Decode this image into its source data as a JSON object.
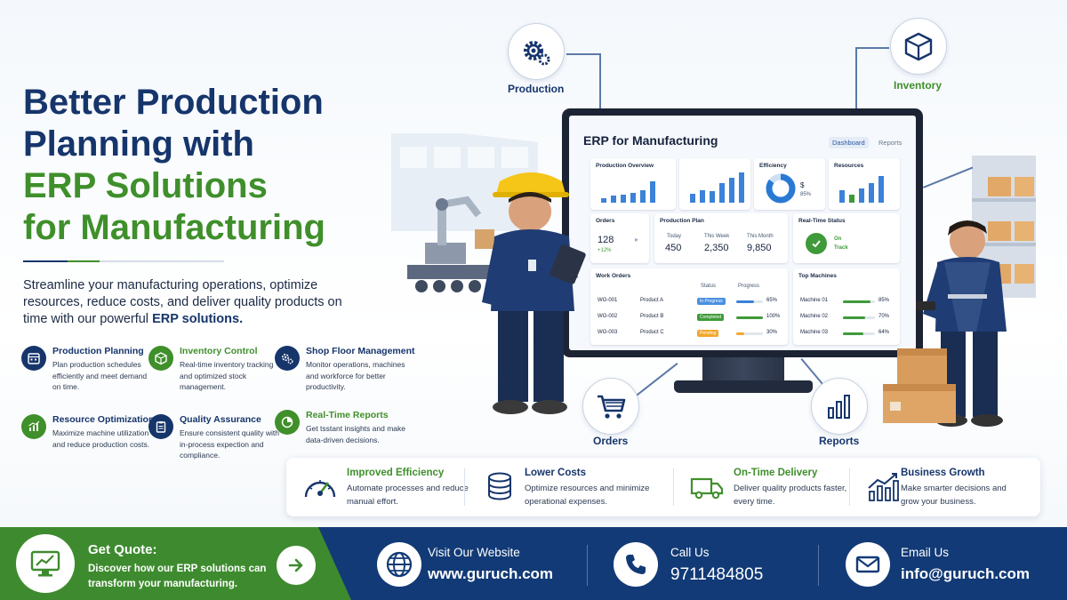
{
  "headline": {
    "line1": "Better Production",
    "line2": "Planning with",
    "line3": "ERP Solutions",
    "line4": "for Manufacturing"
  },
  "intro": {
    "text": "Streamline your manufacturing operations, optimize resources, reduce costs, and deliver quality products on time with our powerful",
    "emphasis": "ERP solutions."
  },
  "features": [
    {
      "title": "Production Planning",
      "desc": "Plan production schedules efficiently and meet demand on time.",
      "icon": "calendar-icon"
    },
    {
      "title": "Inventory Control",
      "desc": "Real-time inventory tracking and optimized stock management.",
      "icon": "box-icon"
    },
    {
      "title": "Shop Floor Management",
      "desc": "Monitor operations, machines and workforce for better productivity.",
      "icon": "gears-icon"
    },
    {
      "title": "Resource Optimization",
      "desc": "Maximize machine utilization and reduce production costs.",
      "icon": "chart-icon"
    },
    {
      "title": "Quality Assurance",
      "desc": "Ensure consistent quality with in-process expection and compliance.",
      "icon": "clipboard-icon"
    },
    {
      "title": "Real-Time Reports",
      "desc": "Get tsstant insights and make data-driven decisions.",
      "icon": "pie-icon"
    }
  ],
  "satellites": {
    "production": "Production",
    "inventory": "Inventory",
    "orders": "Orders",
    "reports": "Reports"
  },
  "dashboard": {
    "title": "ERP for Manufacturing",
    "tabs": [
      "Dashboard",
      "Reports"
    ],
    "production_overview": "Production Overview",
    "efficiency": {
      "title": "Efficiency",
      "currency": "$",
      "value": "85%",
      "fraction": 0.85
    },
    "resources": "Resources",
    "orders": {
      "title": "Orders",
      "value": "128",
      "delta": "+12%"
    },
    "production_plan": {
      "title": "Production Plan",
      "columns": [
        {
          "label": "Today",
          "value": "450"
        },
        {
          "label": "This Week",
          "value": "2,350"
        },
        {
          "label": "This Month",
          "value": "9,850"
        }
      ]
    },
    "realtime": {
      "title": "Real-Time Status",
      "state_line1": "On",
      "state_line2": "Track"
    },
    "work_orders": {
      "title": "Work Orders",
      "headers": {
        "status": "Status",
        "progress": "Progress"
      },
      "rows": [
        {
          "id": "WO-001",
          "product": "Product A",
          "status": "In Progress",
          "status_color": "#4a8fe0",
          "progress": "65%",
          "fraction": 0.65,
          "bar_color": "#3b82d8"
        },
        {
          "id": "WO-002",
          "product": "Product B",
          "status": "Completed",
          "status_color": "#3f9a3a",
          "progress": "100%",
          "fraction": 1.0,
          "bar_color": "#3f9a3a"
        },
        {
          "id": "WO-003",
          "product": "Product C",
          "status": "Pending",
          "status_color": "#f2a72c",
          "progress": "30%",
          "fraction": 0.3,
          "bar_color": "#f2a72c"
        }
      ]
    },
    "top_machines": {
      "title": "Top Machines",
      "rows": [
        {
          "name": "Machine 01",
          "value": "85%",
          "fraction": 0.85
        },
        {
          "name": "Machine 02",
          "value": "70%",
          "fraction": 0.7
        },
        {
          "name": "Machine 03",
          "value": "64%",
          "fraction": 0.64
        }
      ]
    }
  },
  "benefits": [
    {
      "title": "Improved Efficiency",
      "desc": "Automate processes and reduce manual effort.",
      "icon": "gauge-icon"
    },
    {
      "title": "Lower Costs",
      "desc": "Optimize resources and minimize operational expenses.",
      "icon": "coins-icon"
    },
    {
      "title": "On-Time Delivery",
      "desc": "Deliver quality products faster, every time.",
      "icon": "truck-icon"
    },
    {
      "title": "Business Growth",
      "desc": "Make smarter decisions and grow your business.",
      "icon": "growth-chart-icon"
    }
  ],
  "footer": {
    "quote_title": "Get Quote:",
    "quote_desc": "Discover how our ERP solutions can transform your manufacturing.",
    "website_label": "Visit Our Website",
    "website_value": "www.guruch.com",
    "call_label": "Call Us",
    "call_value": "9711484805",
    "email_label": "Email Us",
    "email_value": "info@guruch.com"
  },
  "colors": {
    "navy": "#16356b",
    "green": "#3f8f2b",
    "footer_navy": "#123a76",
    "footer_green": "#3e8b2f",
    "chart_blue": "#3b82d8"
  }
}
